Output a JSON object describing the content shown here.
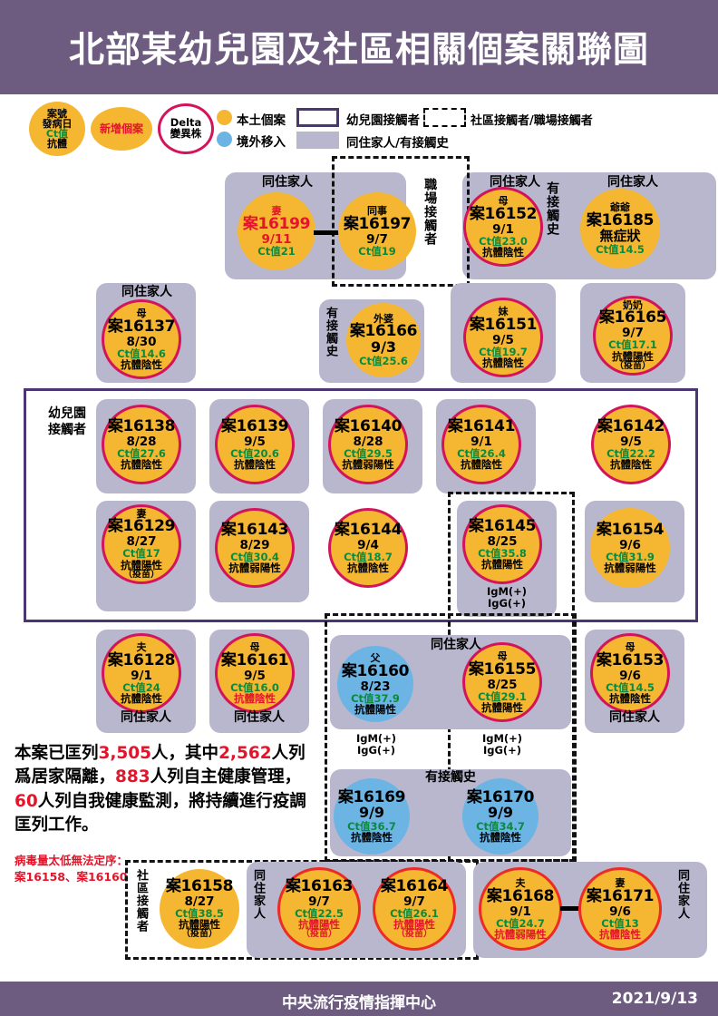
{
  "header": {
    "title": "北部某幼兒園及社區相關個案關聯圖"
  },
  "footer": {
    "org": "中央流行疫情指揮中心",
    "date": "2021/9/13"
  },
  "legend": {
    "key_case": {
      "l1": "案號",
      "l2": "發病日",
      "l3": "Ct值",
      "l4": "抗體"
    },
    "new_case": "新增個案",
    "delta": {
      "l1": "Delta",
      "l2": "變異株"
    },
    "local_case": "本土個案",
    "imported_case": "境外移入",
    "kindergarten_contact": "幼兒園接觸者",
    "cohabitant": "同住家人/有接觸史",
    "community_contact": "社區接觸者/職場接觸者"
  },
  "labels": {
    "cohabitant": "同住家人",
    "kindergarten_contact": "幼兒園\n接觸者",
    "workplace_contact": "職場接觸者",
    "contact_history": "有接觸史",
    "community_contact": "社區接觸者",
    "kinder_l1": "幼兒園",
    "kinder_l2": "接觸者"
  },
  "ig_tags": {
    "igm": "IgM(+)",
    "igg": "IgG(+)"
  },
  "summary": {
    "p1": "本案已匡列",
    "n1": "3,505",
    "p2": "人，其中",
    "n2": "2,562",
    "p3": "人列爲居家隔離，",
    "n3": "883",
    "p4": "人列自主健康管理，",
    "n4": "60",
    "p5": "人列自我健康監測，將持續進行疫調匡列工作。"
  },
  "note": {
    "line1": "病毒量太低無法定序：",
    "line2": "案16158、案16160"
  },
  "cases": {
    "c16199": {
      "rel": "妻",
      "id": "案16199",
      "date": "9/11",
      "ct": "Ct值21",
      "ab": ""
    },
    "c16197": {
      "rel": "同事",
      "id": "案16197",
      "date": "9/7",
      "ct": "Ct值19",
      "ab": ""
    },
    "c16152": {
      "rel": "母",
      "id": "案16152",
      "date": "9/1",
      "ct": "Ct值23.0",
      "ab": "抗體陰性"
    },
    "c16185": {
      "rel": "爺爺",
      "id": "案16185",
      "date": "無症狀",
      "ct": "Ct值14.5",
      "ab": ""
    },
    "c16137": {
      "rel": "母",
      "id": "案16137",
      "date": "8/30",
      "ct": "Ct值14.6",
      "ab": "抗體陰性"
    },
    "c16166": {
      "rel": "外婆",
      "id": "案16166",
      "date": "9/3",
      "ct": "Ct值25.6",
      "ab": ""
    },
    "c16151": {
      "rel": "妹",
      "id": "案16151",
      "date": "9/5",
      "ct": "Ct值19.7",
      "ab": "抗體陰性"
    },
    "c16165": {
      "rel": "奶奶",
      "id": "案16165",
      "date": "9/7",
      "ct": "Ct值17.1",
      "ab": "抗體陽性",
      "sub": "（疫苗）"
    },
    "c16138": {
      "rel": "",
      "id": "案16138",
      "date": "8/28",
      "ct": "Ct值27.6",
      "ab": "抗體陰性"
    },
    "c16139": {
      "rel": "",
      "id": "案16139",
      "date": "9/5",
      "ct": "Ct值20.6",
      "ab": "抗體陰性"
    },
    "c16140": {
      "rel": "",
      "id": "案16140",
      "date": "8/28",
      "ct": "Ct值29.5",
      "ab": "抗體弱陽性"
    },
    "c16141": {
      "rel": "",
      "id": "案16141",
      "date": "9/1",
      "ct": "Ct值26.4",
      "ab": "抗體陰性"
    },
    "c16142": {
      "rel": "",
      "id": "案16142",
      "date": "9/5",
      "ct": "Ct值22.2",
      "ab": "抗體陰性"
    },
    "c16129": {
      "rel": "妻",
      "id": "案16129",
      "date": "8/27",
      "ct": "Ct值17",
      "ab": "抗體陽性",
      "sub": "（疫苗）"
    },
    "c16143": {
      "rel": "",
      "id": "案16143",
      "date": "8/29",
      "ct": "Ct值30.4",
      "ab": "抗體弱陽性"
    },
    "c16144": {
      "rel": "",
      "id": "案16144",
      "date": "9/4",
      "ct": "Ct值18.7",
      "ab": "抗體陰性"
    },
    "c16145": {
      "rel": "",
      "id": "案16145",
      "date": "8/25",
      "ct": "Ct值35.8",
      "ab": "抗體陽性"
    },
    "c16154": {
      "rel": "",
      "id": "案16154",
      "date": "9/6",
      "ct": "Ct值31.9",
      "ab": "抗體弱陽性"
    },
    "c16128": {
      "rel": "夫",
      "id": "案16128",
      "date": "9/1",
      "ct": "Ct值24",
      "ab": "抗體陰性"
    },
    "c16161": {
      "rel": "母",
      "id": "案16161",
      "date": "9/5",
      "ct": "Ct值16.0",
      "ab": "抗體陰性"
    },
    "c16160": {
      "rel": "父",
      "id": "案16160",
      "date": "8/23",
      "ct": "Ct值37.9",
      "ab": "抗體陽性"
    },
    "c16155": {
      "rel": "母",
      "id": "案16155",
      "date": "8/25",
      "ct": "Ct值29.1",
      "ab": "抗體陽性"
    },
    "c16153": {
      "rel": "母",
      "id": "案16153",
      "date": "9/6",
      "ct": "Ct值14.5",
      "ab": "抗體陰性"
    },
    "c16169": {
      "rel": "",
      "id": "案16169",
      "date": "9/9",
      "ct": "Ct值36.7",
      "ab": "抗體陰性"
    },
    "c16170": {
      "rel": "",
      "id": "案16170",
      "date": "9/9",
      "ct": "Ct值34.7",
      "ab": "抗體陰性"
    },
    "c16158": {
      "rel": "",
      "id": "案16158",
      "date": "8/27",
      "ct": "Ct值38.5",
      "ab": "抗體陽性",
      "sub": "（疫苗）"
    },
    "c16163": {
      "rel": "",
      "id": "案16163",
      "date": "9/7",
      "ct": "Ct值22.5",
      "ab": "抗體陽性",
      "sub": "（疫苗）"
    },
    "c16164": {
      "rel": "",
      "id": "案16164",
      "date": "9/7",
      "ct": "Ct值26.1",
      "ab": "抗體陽性",
      "sub": "（疫苗）"
    },
    "c16168": {
      "rel": "夫",
      "id": "案16168",
      "date": "9/1",
      "ct": "Ct值24.7",
      "ab": "抗體弱陽性"
    },
    "c16171": {
      "rel": "妻",
      "id": "案16171",
      "date": "9/6",
      "ct": "Ct值13",
      "ab": "抗體陰性"
    }
  },
  "colors": {
    "brand_purple": "#6d5b80",
    "frame_purple": "#4b3573",
    "local_yellow": "#f5b731",
    "imported_blue": "#6cb4e4",
    "delta_ring": "#d4145a",
    "new_ring": "#ee2a24",
    "group_grey": "#b9b7cd",
    "ct_green": "#0a8a3c",
    "accent_red": "#e2152a"
  }
}
